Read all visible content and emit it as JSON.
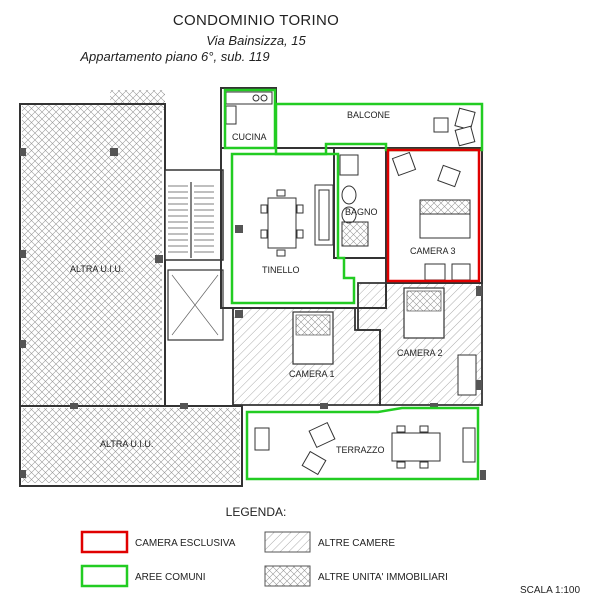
{
  "header": {
    "title": "CONDOMINIO TORINO",
    "address": "Via Bainsizza, 15",
    "unit": "Appartamento piano 6°, sub. 119"
  },
  "rooms": {
    "cucina": "CUCINA",
    "balcone": "BALCONE",
    "bagno": "BAGNO",
    "tinello": "TINELLO",
    "camera3": "CAMERA 3",
    "camera2": "CAMERA 2",
    "camera1": "CAMERA 1",
    "terrazzo": "TERRAZZO",
    "altra_uiu_1": "ALTRA U.I.U.",
    "altra_uiu_2": "ALTRA U.I.U."
  },
  "legend": {
    "title": "LEGENDA:",
    "items": [
      {
        "label": "CAMERA ESCLUSIVA",
        "color": "#e00000"
      },
      {
        "label": "AREE COMUNI",
        "color": "#22cc22"
      },
      {
        "label": "ALTRE CAMERE",
        "pattern": "hatch"
      },
      {
        "label": "ALTRE UNITA' IMMOBILIARI",
        "pattern": "crosshatch"
      }
    ]
  },
  "scale": "SCALA 1:100",
  "colors": {
    "exclusive": "#e00000",
    "common": "#22cc22",
    "wall": "#333333"
  }
}
